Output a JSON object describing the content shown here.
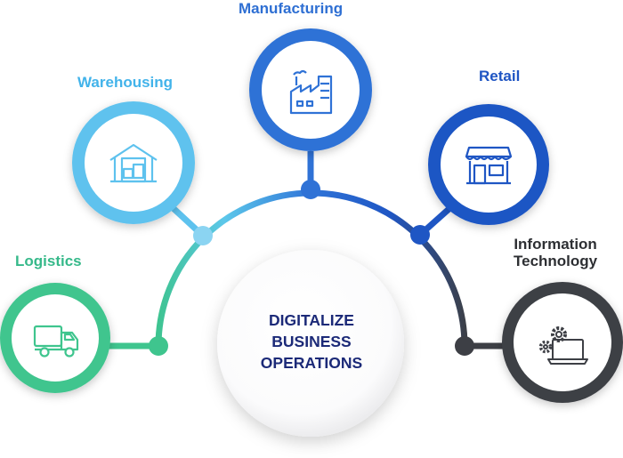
{
  "center": {
    "lines": [
      "DIGITALIZE",
      "BUSINESS",
      "OPERATIONS"
    ],
    "text_color": "#1c2a78"
  },
  "nodes": [
    {
      "key": "logistics",
      "label_lines": [
        "Logistics"
      ],
      "icon": "truck-icon",
      "color": "#3fc58e",
      "label_color": "#36b98a"
    },
    {
      "key": "warehousing",
      "label_lines": [
        "Warehousing"
      ],
      "icon": "warehouse-icon",
      "color": "#5ec2ee",
      "label_color": "#42b3ea"
    },
    {
      "key": "manufacturing",
      "label_lines": [
        "Manufacturing"
      ],
      "icon": "factory-icon",
      "color": "#2f72d6",
      "label_color": "#2e6fd3"
    },
    {
      "key": "retail",
      "label_lines": [
        "Retail"
      ],
      "icon": "storefront-icon",
      "color": "#1f56c4",
      "label_color": "#1f55c3"
    },
    {
      "key": "it",
      "label_lines": [
        "Information",
        "Technology"
      ],
      "icon": "gears-laptop-icon",
      "color": "#3d3f45",
      "label_color": "#2d2f33"
    }
  ]
}
